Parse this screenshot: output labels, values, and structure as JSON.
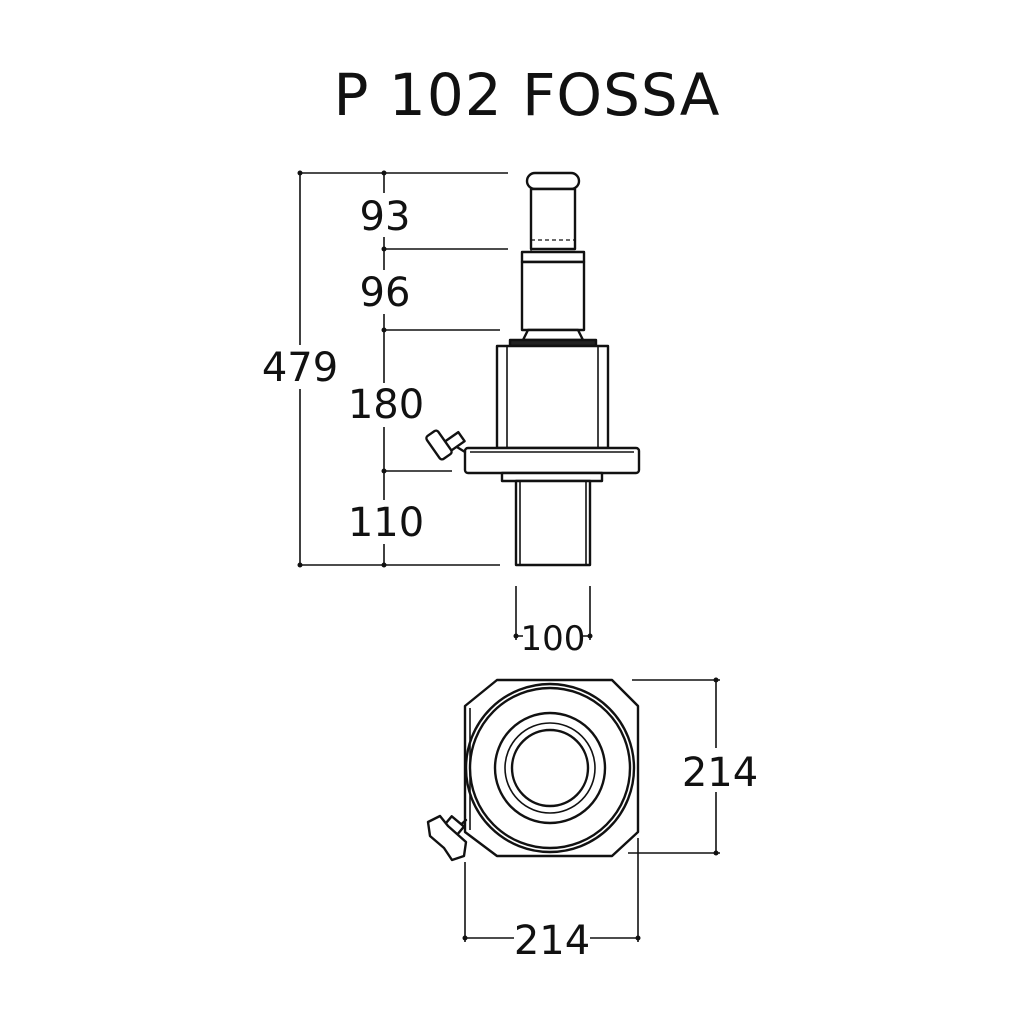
{
  "title": "P 102 FOSSA",
  "dimensions": {
    "overall_height": "479",
    "pin_height": "93",
    "upper_tube_height": "96",
    "body_height": "180",
    "lower_tube_height": "110",
    "lower_tube_width": "100",
    "base_depth": "214",
    "base_width": "214"
  },
  "colors": {
    "line": "#111111",
    "background": "#ffffff"
  }
}
